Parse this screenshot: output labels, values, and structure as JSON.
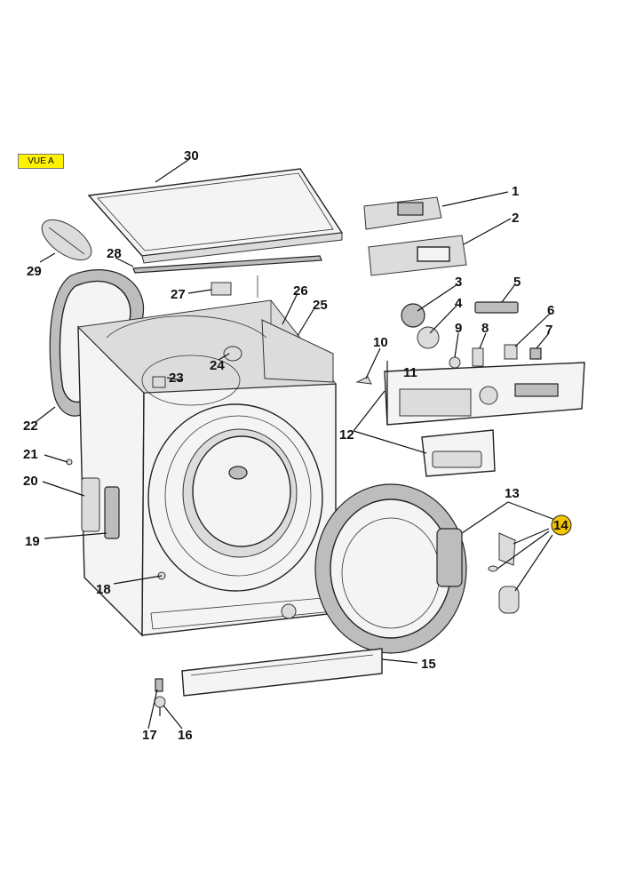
{
  "view_tag": "VUE A",
  "colors": {
    "tag_background": "#fff200",
    "line": "#111111"
  },
  "callouts": [
    "1",
    "2",
    "3",
    "4",
    "5",
    "6",
    "7",
    "8",
    "9",
    "10",
    "11",
    "12",
    "13",
    "14",
    "15",
    "16",
    "17",
    "18",
    "19",
    "20",
    "21",
    "22",
    "23",
    "24",
    "25",
    "26",
    "27",
    "28",
    "29",
    "30"
  ]
}
